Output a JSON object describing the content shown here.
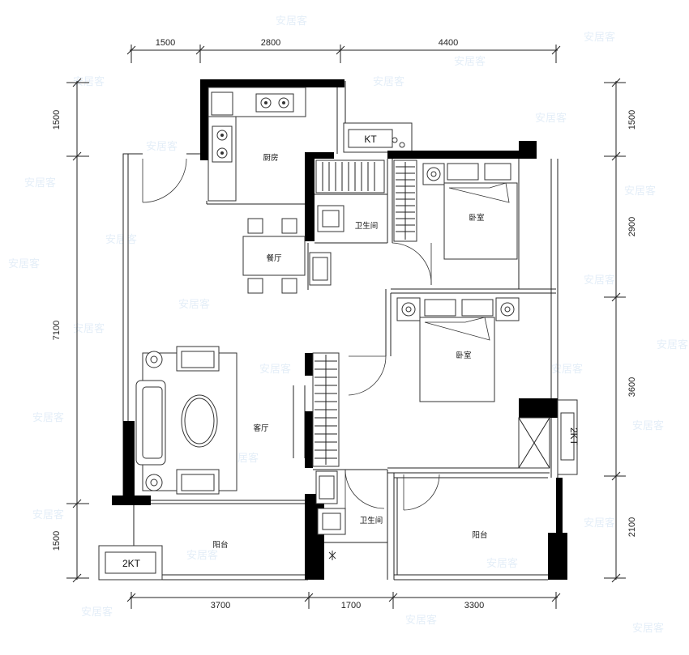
{
  "dimensions": {
    "top": [
      "1500",
      "2800",
      "4400"
    ],
    "bottom": [
      "3700",
      "1700",
      "3300"
    ],
    "left": [
      "1500",
      "7100",
      "1500"
    ],
    "right": [
      "1500",
      "2900",
      "3600",
      "2100"
    ]
  },
  "rooms": {
    "kitchen": "厨房",
    "dining": "餐厅",
    "living": "客厅",
    "bathroom_top": "卫生间",
    "bathroom_bottom": "卫生间",
    "bedroom_top": "卧室",
    "bedroom_mid": "卧室",
    "balcony_left": "阳台",
    "balcony_right": "阳台"
  },
  "ac_units": {
    "kitchen_kt": "KT",
    "balcony_kt": "2KT",
    "right_kt": "2KT"
  },
  "watermark": "安居客"
}
